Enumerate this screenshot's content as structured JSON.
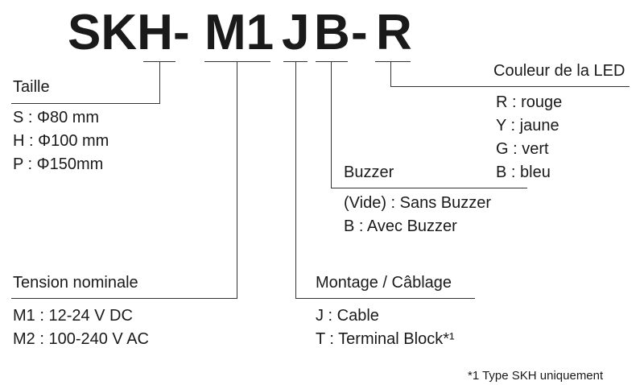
{
  "model_code": {
    "series": "SKH",
    "dash1": "-",
    "size": "M1",
    "mount": "J",
    "buzzer": "B",
    "dash2": "-",
    "color": "R"
  },
  "taille": {
    "title": "Taille",
    "options": [
      "S : Φ80 mm",
      "H : Φ100 mm",
      "P : Φ150mm"
    ]
  },
  "tension": {
    "title": "Tension nominale",
    "options": [
      "M1 : 12-24 V DC",
      "M2 : 100-240 V AC"
    ]
  },
  "montage": {
    "title": "Montage / Câblage",
    "options": [
      "J : Cable",
      "T : Terminal Block*¹"
    ]
  },
  "buzzer": {
    "title": "Buzzer",
    "options": [
      "(Vide) : Sans Buzzer",
      "B : Avec Buzzer"
    ]
  },
  "couleur": {
    "title": "Couleur de la LED",
    "options": [
      "R : rouge",
      "Y : jaune",
      "G : vert",
      "B : bleu"
    ]
  },
  "footnote": "*1 Type SKH uniquement"
}
